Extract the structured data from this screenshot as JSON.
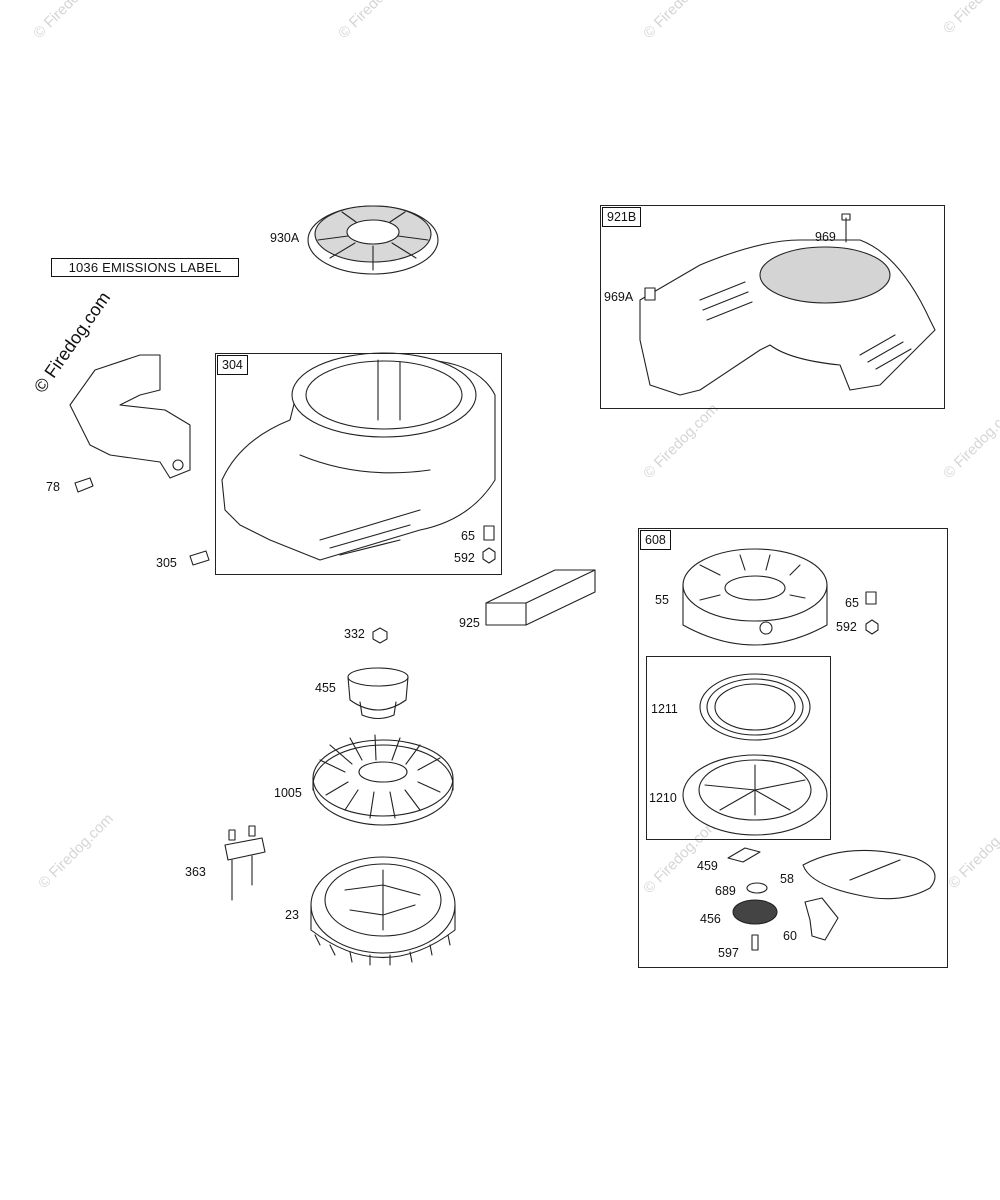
{
  "watermark": "© Firedog.com",
  "emissions_label": "1036 EMISSIONS LABEL",
  "groups": {
    "g304": "304",
    "g921b": "921B",
    "g608": "608"
  },
  "parts": {
    "p930A": "930A",
    "p969": "969",
    "p969A": "969A",
    "p78": "78",
    "p305": "305",
    "p65a": "65",
    "p592a": "592",
    "p925": "925",
    "p332": "332",
    "p455": "455",
    "p1005": "1005",
    "p363": "363",
    "p23": "23",
    "p55": "55",
    "p65b": "65",
    "p592b": "592",
    "p1211": "1211",
    "p1210": "1210",
    "p459": "459",
    "p58": "58",
    "p689": "689",
    "p456": "456",
    "p60": "60",
    "p597": "597"
  }
}
